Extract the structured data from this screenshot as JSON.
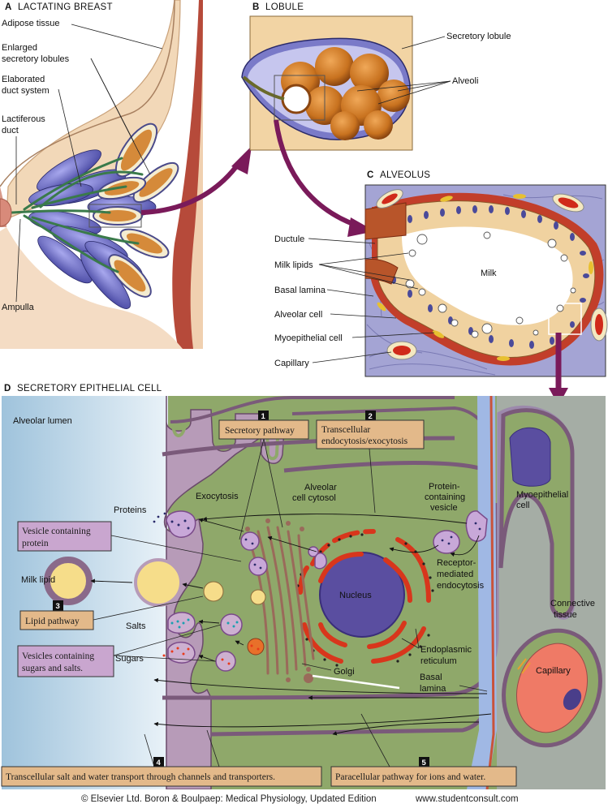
{
  "panels": {
    "a": {
      "letter": "A",
      "title": "LACTATING BREAST"
    },
    "b": {
      "letter": "B",
      "title": "LOBULE"
    },
    "c": {
      "letter": "C",
      "title": "ALVEOLUS"
    },
    "d": {
      "letter": "D",
      "title": "SECRETORY EPITHELIAL CELL"
    }
  },
  "labels_a": {
    "adipose": "Adipose tissue",
    "enlarged_1": "Enlarged",
    "enlarged_2": "secretory lobules",
    "elaborated_1": "Elaborated",
    "elaborated_2": "duct system",
    "lactiferous_1": "Lactiferous",
    "lactiferous_2": "duct",
    "ampulla": "Ampulla"
  },
  "labels_b": {
    "secretory_lobule": "Secretory lobule",
    "alveoli": "Alveoli"
  },
  "labels_c": {
    "ductule": "Ductule",
    "milk_lipids": "Milk lipids",
    "basal_lamina": "Basal lamina",
    "alveolar_cell": "Alveolar cell",
    "myoepithelial_cell": "Myoepithelial cell",
    "capillary": "Capillary",
    "milk": "Milk"
  },
  "labels_d": {
    "alveolar_lumen": "Alveolar lumen",
    "proteins": "Proteins",
    "exocytosis": "Exocytosis",
    "cytosol_1": "Alveolar",
    "cytosol_2": "cell cytosol",
    "protein_vesicle_1": "Protein-",
    "protein_vesicle_2": "containing",
    "protein_vesicle_3": "vesicle",
    "myo_1": "Myoepithelial",
    "myo_2": "cell",
    "milk_lipid": "Milk lipid",
    "salts": "Salts",
    "sugars": "Sugars",
    "nucleus": "Nucleus",
    "receptor_1": "Receptor-",
    "receptor_2": "mediated",
    "receptor_3": "endocytosis",
    "connective_1": "Connective",
    "connective_2": "tissue",
    "er_1": "Endoplasmic",
    "er_2": "reticulum",
    "golgi": "Golgi",
    "basal_1": "Basal",
    "basal_2": "lamina",
    "capillary": "Capillary"
  },
  "pathways": [
    {
      "num": "1",
      "text": "Secretory pathway"
    },
    {
      "num": "2",
      "line1": "Transcellular",
      "line2": "endocytosis/exocytosis"
    },
    {
      "num": "3",
      "text": "Lipid pathway"
    },
    {
      "num": "4",
      "text": "Transcellular salt and water transport through channels and transporters."
    },
    {
      "num": "5",
      "text": "Paracellular pathway for ions and water."
    }
  ],
  "callouts": {
    "vesicle_protein_1": "Vesicle containing",
    "vesicle_protein_2": "protein",
    "vesicle_sugars_1": "Vesicles containing",
    "vesicle_sugars_2": "sugars and salts."
  },
  "footer": {
    "copyright": "© Elsevier Ltd. Boron & Boulpaep: Medical Physiology, Updated Edition",
    "url": "www.studentconsult.com"
  },
  "colors": {
    "cytosol": "#8fa86a",
    "membrane": "#8a6a8a",
    "lobule": "#6a6ab4",
    "alveolus_bg": "#a8a8d4",
    "label_box_orange": "#e3b98a",
    "label_box_purple": "#c9a6cf",
    "er_red": "#d8361c",
    "milk_lipid": "#f6dd8a"
  }
}
